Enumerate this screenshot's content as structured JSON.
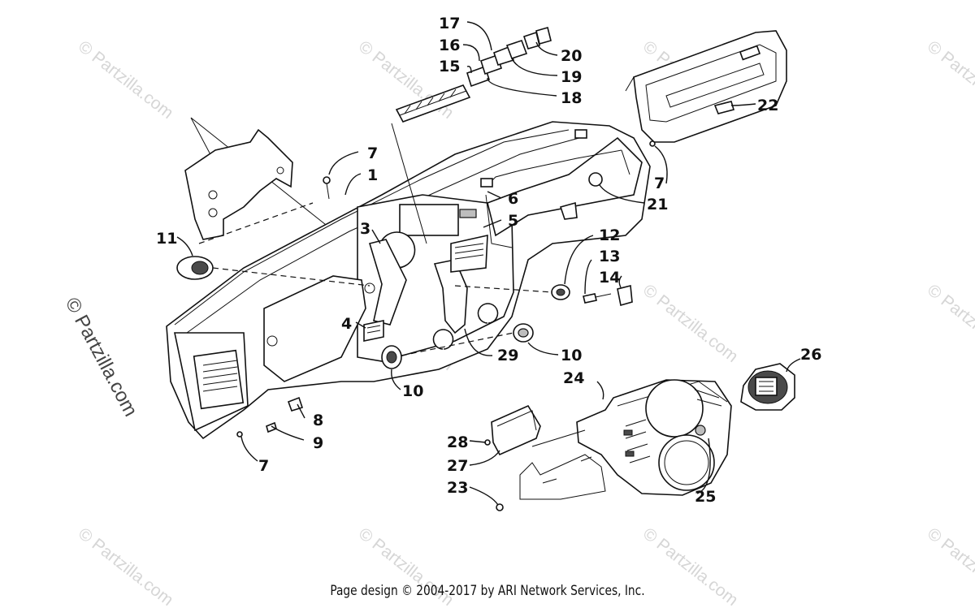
{
  "watermark": {
    "text": "© Partzilla.com"
  },
  "footer": {
    "text": "Page design © 2004-2017 by ARI Network Services, Inc."
  },
  "callouts": {
    "c1": "1",
    "c3": "3",
    "c4": "4",
    "c5": "5",
    "c6": "6",
    "c7a": "7",
    "c7b": "7",
    "c7c": "7",
    "c8": "8",
    "c9": "9",
    "c10a": "10",
    "c10b": "10",
    "c11": "11",
    "c12": "12",
    "c13": "13",
    "c14": "14",
    "c15": "15",
    "c16": "16",
    "c17": "17",
    "c18": "18",
    "c19": "19",
    "c20": "20",
    "c21": "21",
    "c22": "22",
    "c23": "23",
    "c24": "24",
    "c25": "25",
    "c26": "26",
    "c27": "27",
    "c28": "28",
    "c29": "29"
  }
}
